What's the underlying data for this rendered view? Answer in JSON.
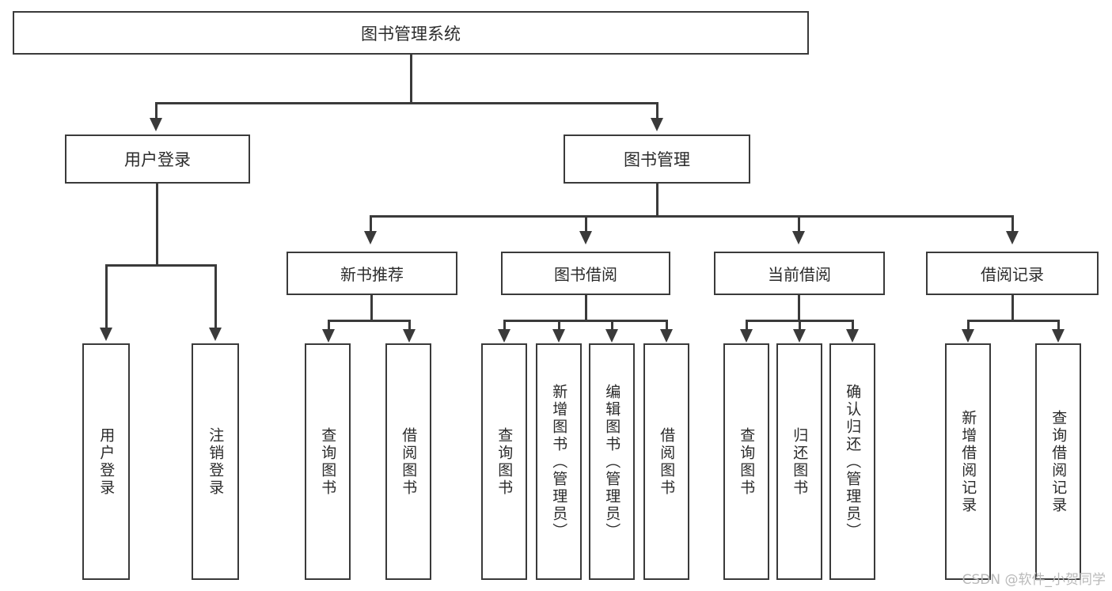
{
  "diagram": {
    "type": "tree",
    "title": "图书管理系统",
    "root": {
      "label": "图书管理系统"
    },
    "level1": [
      {
        "label": "用户登录"
      },
      {
        "label": "图书管理"
      }
    ],
    "level2": [
      {
        "label": "新书推荐"
      },
      {
        "label": "图书借阅"
      },
      {
        "label": "当前借阅"
      },
      {
        "label": "借阅记录"
      }
    ],
    "leaves": {
      "user_login": [
        {
          "label": "用户登录"
        },
        {
          "label": "注销登录"
        }
      ],
      "new_book_recommend": [
        {
          "label": "查询图书"
        },
        {
          "label": "借阅图书"
        }
      ],
      "book_borrow": [
        {
          "label": "查询图书"
        },
        {
          "label": "新增图书（管理员）"
        },
        {
          "label": "编辑图书（管理员）"
        },
        {
          "label": "借阅图书"
        }
      ],
      "current_borrow": [
        {
          "label": "查询图书"
        },
        {
          "label": "归还图书"
        },
        {
          "label": "确认归还（管理员）"
        }
      ],
      "borrow_record": [
        {
          "label": "新增借阅记录"
        },
        {
          "label": "查询借阅记录"
        }
      ]
    }
  },
  "watermark": {
    "text": "CSDN @软件_小贺同学"
  },
  "colors": {
    "stroke": "#3a3a3a",
    "fill": "#ffffff",
    "text": "#2b2b2b",
    "watermark": "#b9b9b9"
  }
}
